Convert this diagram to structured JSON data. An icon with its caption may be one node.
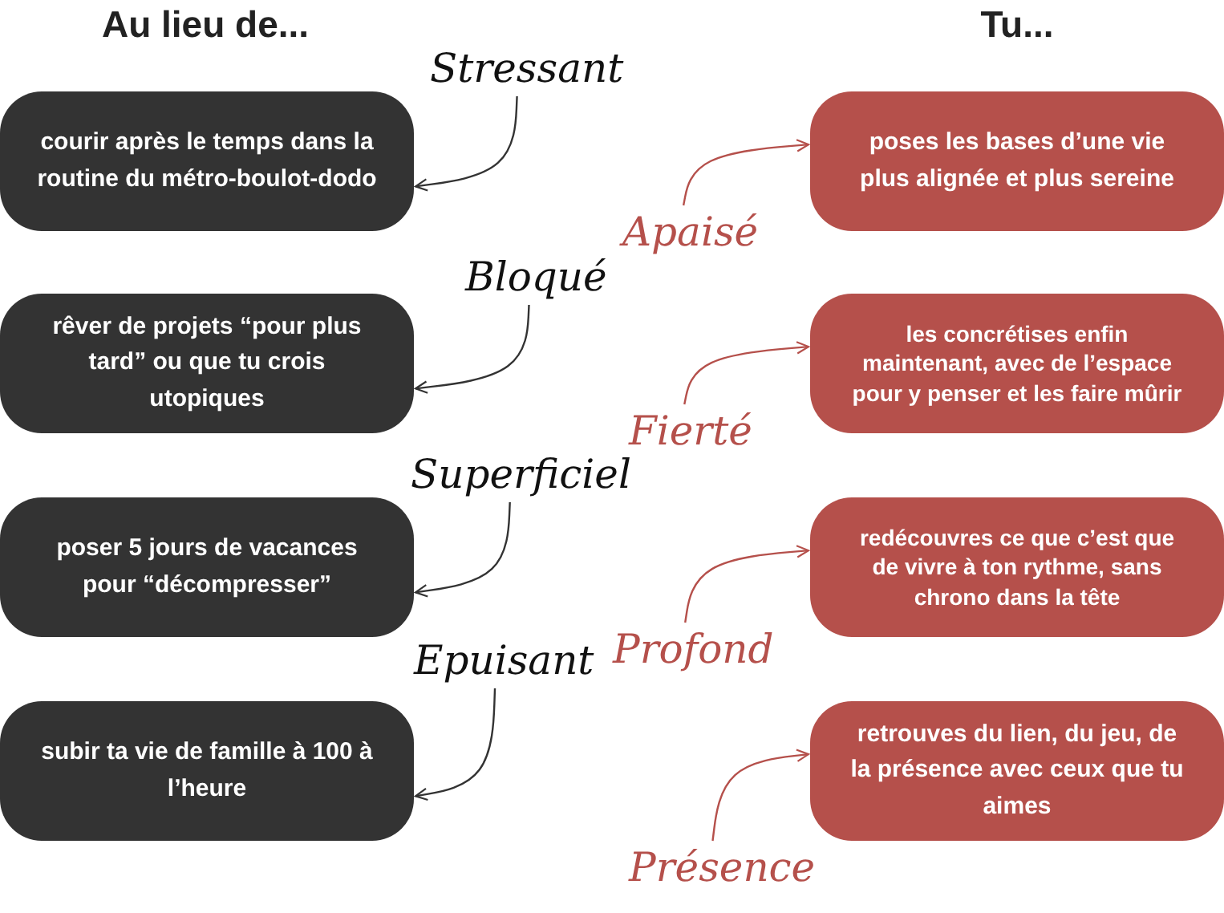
{
  "diagram": {
    "nodes": [
      {
        "text": [
          "courir après le temps dans la routine du métro-boulot-dodo"
        ]
      },
      {
        "text": [
          "rêver de projets “pour plus tard” ou que tu crois utopiques"
        ]
      },
      {
        "text": [
          "poser 5 jours de vacances pour “décompresser”"
        ]
      },
      {
        "text": [
          "subir ta vie de famille à 100 à l’heure"
        ]
      },
      {
        "text": [
          "poses les bases d’une vie plus alignée et plus sereine"
        ]
      },
      {
        "text": [
          "les concrétises enfin maintenant, avec de l’espace pour y penser et les faire mûrir"
        ]
      },
      {
        "text": [
          "redécouvres ce que c’est que de vivre à ton rythme, sans chrono dans la tête"
        ]
      },
      {
        "text": [
          "retrouves du lien, du jeu, de la présence avec ceux que tu aimes"
        ]
      },
      {
        "text": [
          "Stressant"
        ]
      },
      {
        "text": [
          "Bloqué"
        ]
      },
      {
        "text": [
          "Superficiel"
        ]
      },
      {
        "text": [
          "Epuisant"
        ]
      },
      {
        "text": [
          "Apaisé"
        ]
      },
      {
        "text": [
          "Fierté"
        ]
      },
      {
        "text": [
          "Profond"
        ]
      },
      {
        "text": [
          "Présence"
        ]
      }
    ],
    "edges": [
      {
        "from": 8,
        "to": 0,
        "arrow": "to"
      },
      {
        "from": 9,
        "to": 1,
        "arrow": "to"
      },
      {
        "from": 10,
        "to": 2,
        "arrow": "to"
      },
      {
        "from": 11,
        "to": 3,
        "arrow": "to"
      },
      {
        "from": 12,
        "to": 4,
        "arrow": "to",
        "color": "#b5504b"
      },
      {
        "from": 13,
        "to": 5,
        "arrow": "to",
        "color": "#b5504b"
      },
      {
        "from": 14,
        "to": 6,
        "arrow": "to",
        "color": "#b5504b"
      },
      {
        "from": 15,
        "to": 7,
        "arrow": "to",
        "color": "#b5504b"
      }
    ],
    "labels": [
      "Au lieu de...",
      "Tu..."
    ]
  }
}
